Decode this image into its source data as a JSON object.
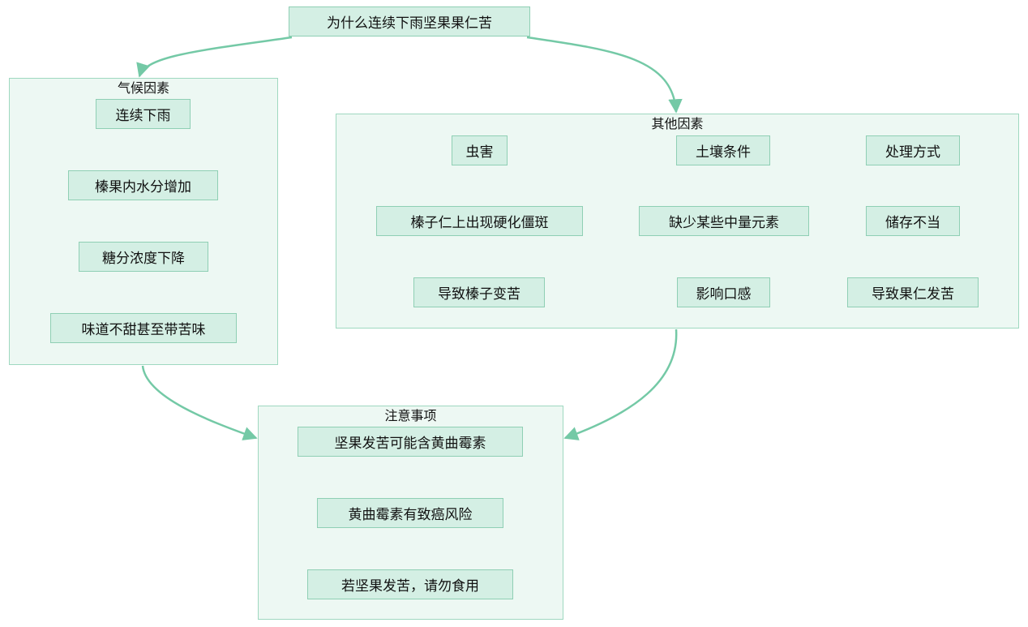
{
  "root": {
    "label": "为什么连续下雨坚果果仁苦"
  },
  "climate": {
    "title": "气候因素",
    "steps": [
      "连续下雨",
      "榛果内水分增加",
      "糖分浓度下降",
      "味道不甜甚至带苦味"
    ]
  },
  "other": {
    "title": "其他因素",
    "columns": [
      {
        "steps": [
          "虫害",
          "榛子仁上出现硬化僵斑",
          "导致榛子变苦"
        ]
      },
      {
        "steps": [
          "土壤条件",
          "缺少某些中量元素",
          "影响口感"
        ]
      },
      {
        "steps": [
          "处理方式",
          "储存不当",
          "导致果仁发苦"
        ]
      }
    ]
  },
  "notes": {
    "title": "注意事项",
    "steps": [
      "坚果发苦可能含黄曲霉素",
      "黄曲霉素有致癌风险",
      "若坚果发苦，请勿食用"
    ]
  },
  "colors": {
    "edge": "#74c9a6",
    "node_fill": "#d4efe4",
    "node_border": "#8fcfb4",
    "cluster_fill": "#edf8f3",
    "cluster_border": "#9fd8c0"
  }
}
